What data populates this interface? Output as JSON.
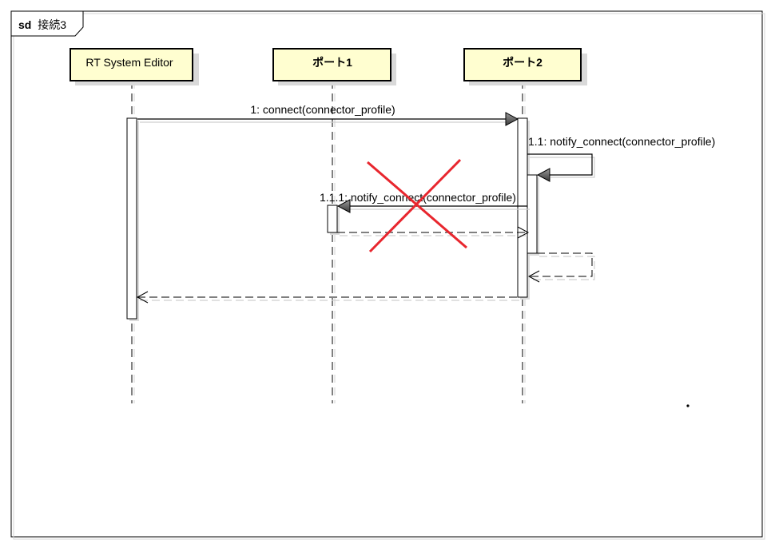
{
  "frame": {
    "keyword": "sd",
    "name": "接続3"
  },
  "lifelines": [
    {
      "id": "rtse",
      "title": "RT System Editor"
    },
    {
      "id": "port1",
      "title": "ポート1"
    },
    {
      "id": "port2",
      "title": "ポート2"
    }
  ],
  "messages": [
    {
      "id": "m1",
      "label": "1: connect(connector_profile)",
      "kind": "sync"
    },
    {
      "id": "m11",
      "label": "1.1: notify_connect(connector_profile)",
      "kind": "self"
    },
    {
      "id": "m111",
      "label": "1.1.1: notify_connect(connector_profile)",
      "kind": "sync",
      "crossed_out": true
    },
    {
      "id": "r111",
      "label": "",
      "kind": "return"
    },
    {
      "id": "r11",
      "label": "",
      "kind": "self-return"
    },
    {
      "id": "r1",
      "label": "",
      "kind": "return"
    }
  ],
  "colors": {
    "lifeline_header_fill": "#fffed0",
    "cross_mark": "#e8262e",
    "arrowhead_fill": "#6b6b6b"
  }
}
